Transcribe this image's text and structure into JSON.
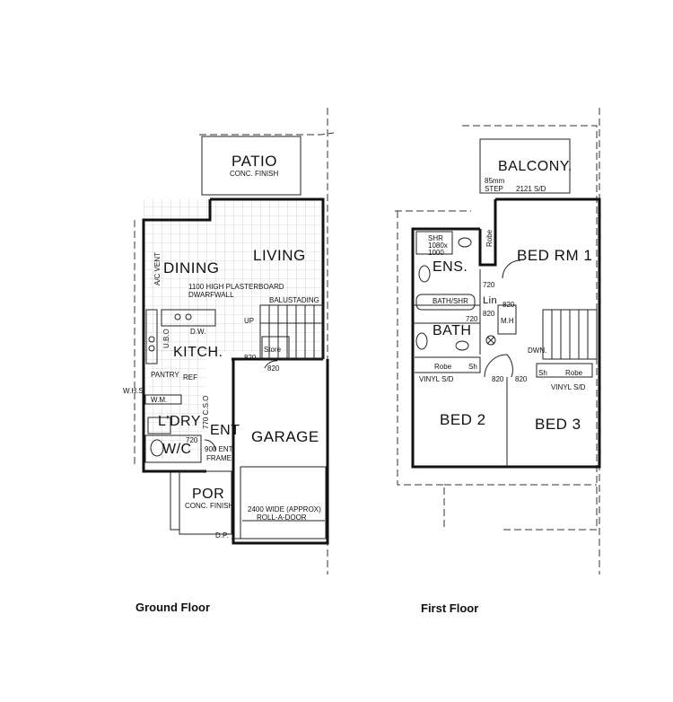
{
  "captions": {
    "ground": "Ground Floor",
    "first": "First Floor"
  },
  "ground": {
    "patio": "PATIO",
    "patio_finish": "CONC. FINISH",
    "living": "LIVING",
    "dining": "DINING",
    "ac_vent": "A/C VENT",
    "dwarfwall_1": "1100 HIGH PLASTERBOARD",
    "dwarfwall_2": "DWARFWALL",
    "balustading": "BALUSTADING",
    "up": "UP",
    "dw": "D.W.",
    "ubo": "U.B.O",
    "kitch": "KITCH.",
    "store": "Store",
    "d820a": "820",
    "d820b": "820",
    "pantry": "PANTRY",
    "ref": "REF",
    "whs": "W.H.S",
    "wm": "W.M.",
    "ldry": "L'DRY",
    "cso": "770 C.S.O",
    "ent": "ENT",
    "d720": "720",
    "wc": "W/C",
    "door_900": "900 ENT",
    "frame": "FRAME",
    "garage": "GARAGE",
    "por": "POR",
    "por_finish": "CONC. FINISH",
    "garage_door_1": "2400 WIDE (APPROX)",
    "garage_door_2": "ROLL-A-DOOR",
    "dp": "D.P."
  },
  "first": {
    "balcony": "BALCONY.",
    "step_1": "85mm",
    "step_2": "STEP",
    "sd": "2121 S/D",
    "robe_top": "Robe",
    "shr": "SHR",
    "shr_dim": "1080x",
    "shr_dim2": "1000",
    "ens": "ENS.",
    "d720a": "720",
    "lin": "Lin",
    "d820a": "820",
    "bed1": "BED RM 1",
    "bath_shr": "BATH/SHR",
    "d720b": "720",
    "d820b": "820",
    "mh": "M.H",
    "bath": "BATH",
    "dwn": "DWN.",
    "robe2": "Robe",
    "sh2": "Sh",
    "sh3": "Sh",
    "robe3": "Robe",
    "vinyl2": "VINYL S/D",
    "vinyl3": "VINYL S/D",
    "d820c": "820",
    "d820d": "820",
    "bed2": "BED 2",
    "bed3": "BED 3"
  }
}
